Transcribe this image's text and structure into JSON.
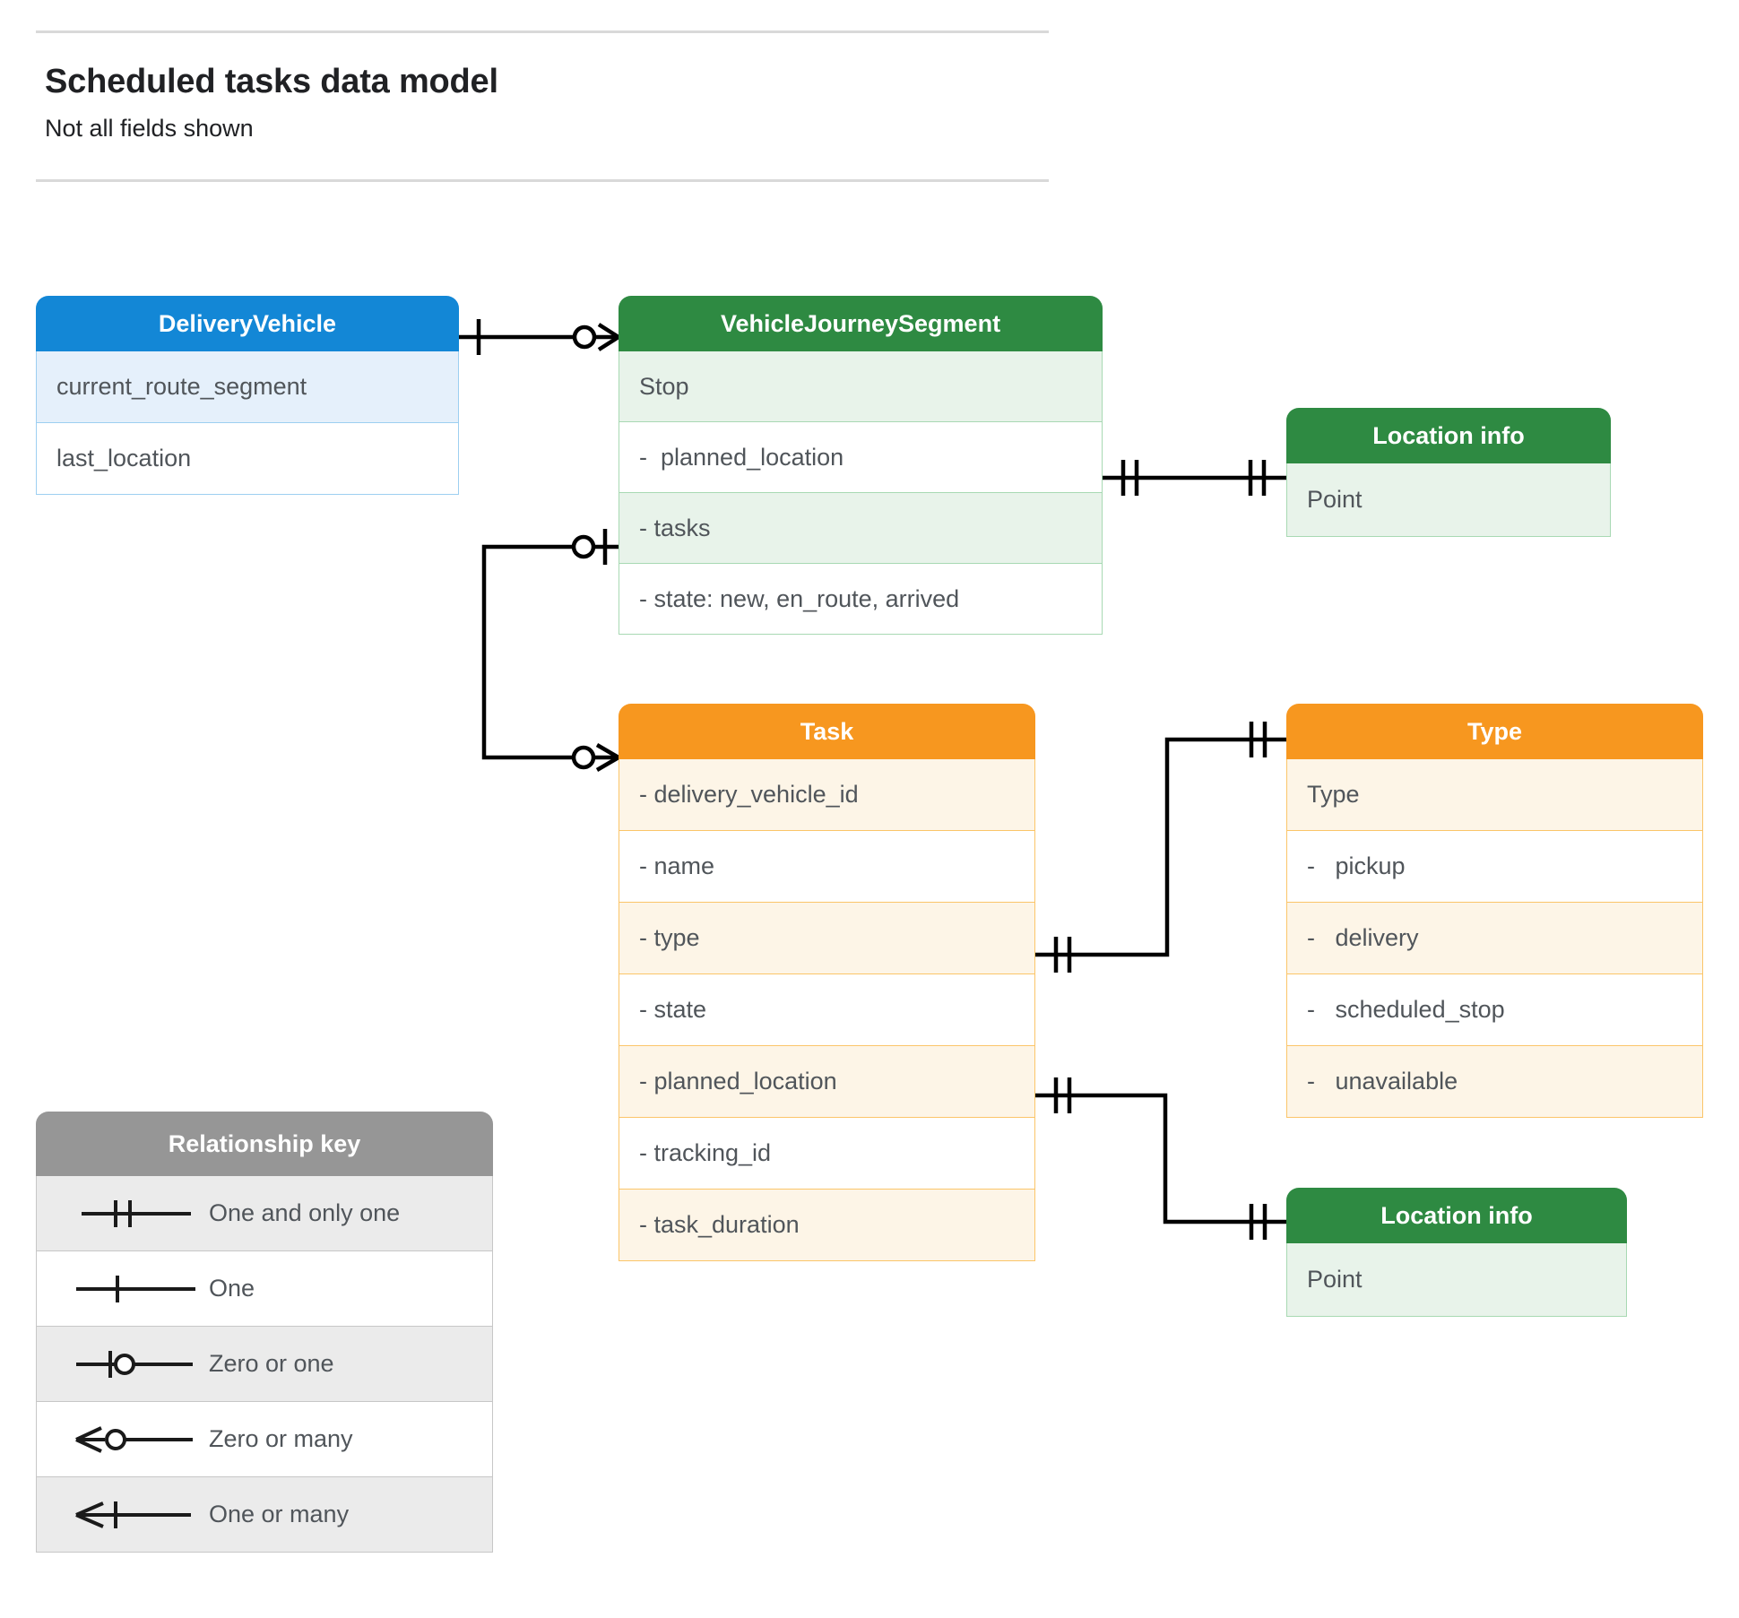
{
  "header": {
    "title": "Scheduled tasks data model",
    "subtitle": "Not all fields shown"
  },
  "colors": {
    "blue": "#1387d6",
    "blue_row": "#e5f0fb",
    "green": "#2e8a42",
    "green_row": "#e8f3ea",
    "orange": "#f7971f",
    "orange_row": "#fdf5e7",
    "gray": "#969696",
    "gray_row": "#ebebeb",
    "line": "#000000",
    "text": "#50555a"
  },
  "entities": {
    "delivery_vehicle": {
      "title": "DeliveryVehicle",
      "rows": [
        "current_route_segment",
        "last_location"
      ]
    },
    "vehicle_journey_segment": {
      "title": "VehicleJourneySegment",
      "rows": [
        "Stop",
        "-  planned_location",
        "- tasks",
        "- state: new, en_route, arrived"
      ]
    },
    "location_info_top": {
      "title": "Location info",
      "rows": [
        "Point"
      ]
    },
    "location_info_bottom": {
      "title": "Location info",
      "rows": [
        "Point"
      ]
    },
    "task": {
      "title": "Task",
      "rows": [
        "- delivery_vehicle_id",
        "- name",
        "- type",
        "- state",
        "- planned_location",
        "- tracking_id",
        "- task_duration"
      ]
    },
    "type": {
      "title": "Type",
      "rows": [
        "Type",
        "-   pickup",
        "-   delivery",
        "-   scheduled_stop",
        "-   unavailable"
      ]
    }
  },
  "legend": {
    "title": "Relationship key",
    "items": [
      {
        "symbol": "one-and-only-one",
        "label": "One and only one"
      },
      {
        "symbol": "one",
        "label": "One"
      },
      {
        "symbol": "zero-or-one",
        "label": "Zero or one"
      },
      {
        "symbol": "zero-or-many",
        "label": "Zero or many"
      },
      {
        "symbol": "one-or-many",
        "label": "One or many"
      }
    ]
  },
  "relationships": [
    {
      "name": "delivery-vehicle-to-journey-segment",
      "from": "DeliveryVehicle",
      "to": "VehicleJourneySegment",
      "from_cardinality": "one",
      "to_cardinality": "zero-or-many"
    },
    {
      "name": "journey-segment-planned-location-to-location-info",
      "from": "VehicleJourneySegment.planned_location",
      "to": "Location info",
      "from_cardinality": "one-and-only-one",
      "to_cardinality": "one-and-only-one"
    },
    {
      "name": "journey-segment-tasks-to-task",
      "from": "VehicleJourneySegment.tasks",
      "to": "Task",
      "from_cardinality": "zero-or-one",
      "to_cardinality": "zero-or-many"
    },
    {
      "name": "task-type-to-type",
      "from": "Task.type",
      "to": "Type",
      "from_cardinality": "one-and-only-one",
      "to_cardinality": "one-and-only-one"
    },
    {
      "name": "task-planned-location-to-location-info",
      "from": "Task.planned_location",
      "to": "Location info",
      "from_cardinality": "one-and-only-one",
      "to_cardinality": "one-and-only-one"
    }
  ]
}
